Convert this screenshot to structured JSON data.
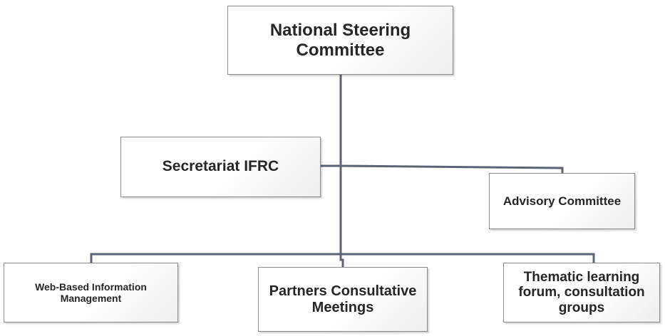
{
  "diagram": {
    "line_color": "#5a6474",
    "nodes": {
      "top": {
        "label": "National Steering Committee"
      },
      "secretariat": {
        "label": "Secretariat IFRC"
      },
      "advisory": {
        "label": "Advisory Committee"
      },
      "web": {
        "label": "Web-Based Information Management"
      },
      "partners": {
        "label": "Partners Consultative Meetings"
      },
      "thematic": {
        "label": "Thematic learning forum,  consultation groups"
      }
    }
  }
}
